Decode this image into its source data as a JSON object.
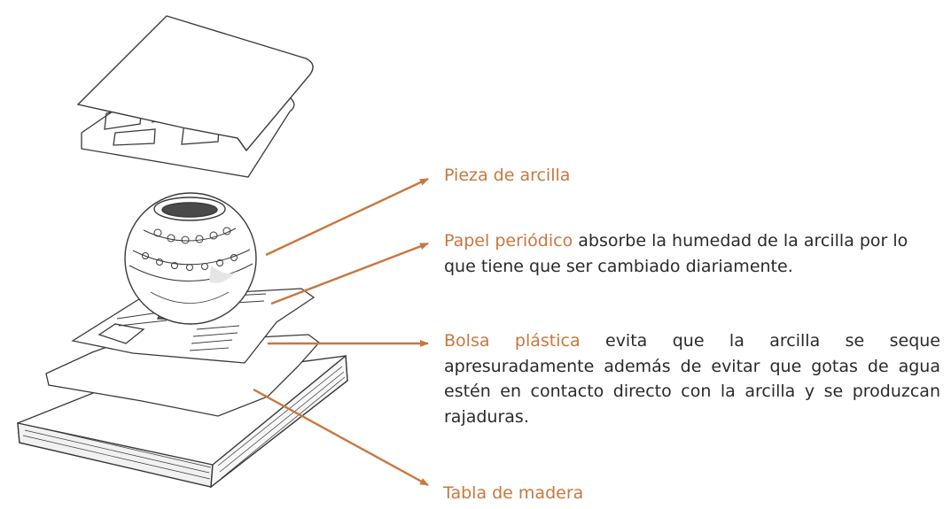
{
  "accent_color": "#c8773f",
  "labels": {
    "pieza": {
      "title": "Pieza de arcilla"
    },
    "papel": {
      "title": "Papel periódico",
      "text": " absorbe la humedad de la arcilla por lo que tiene que ser cambiado diariamente."
    },
    "bolsa": {
      "title": "Bolsa plástica",
      "text": " evita que la arcilla se seque apresuradamente además de evitar que gotas de agua estén en contacto directo con la arcilla y se produzcan rajaduras."
    },
    "tabla": {
      "title": "Tabla de madera"
    }
  }
}
